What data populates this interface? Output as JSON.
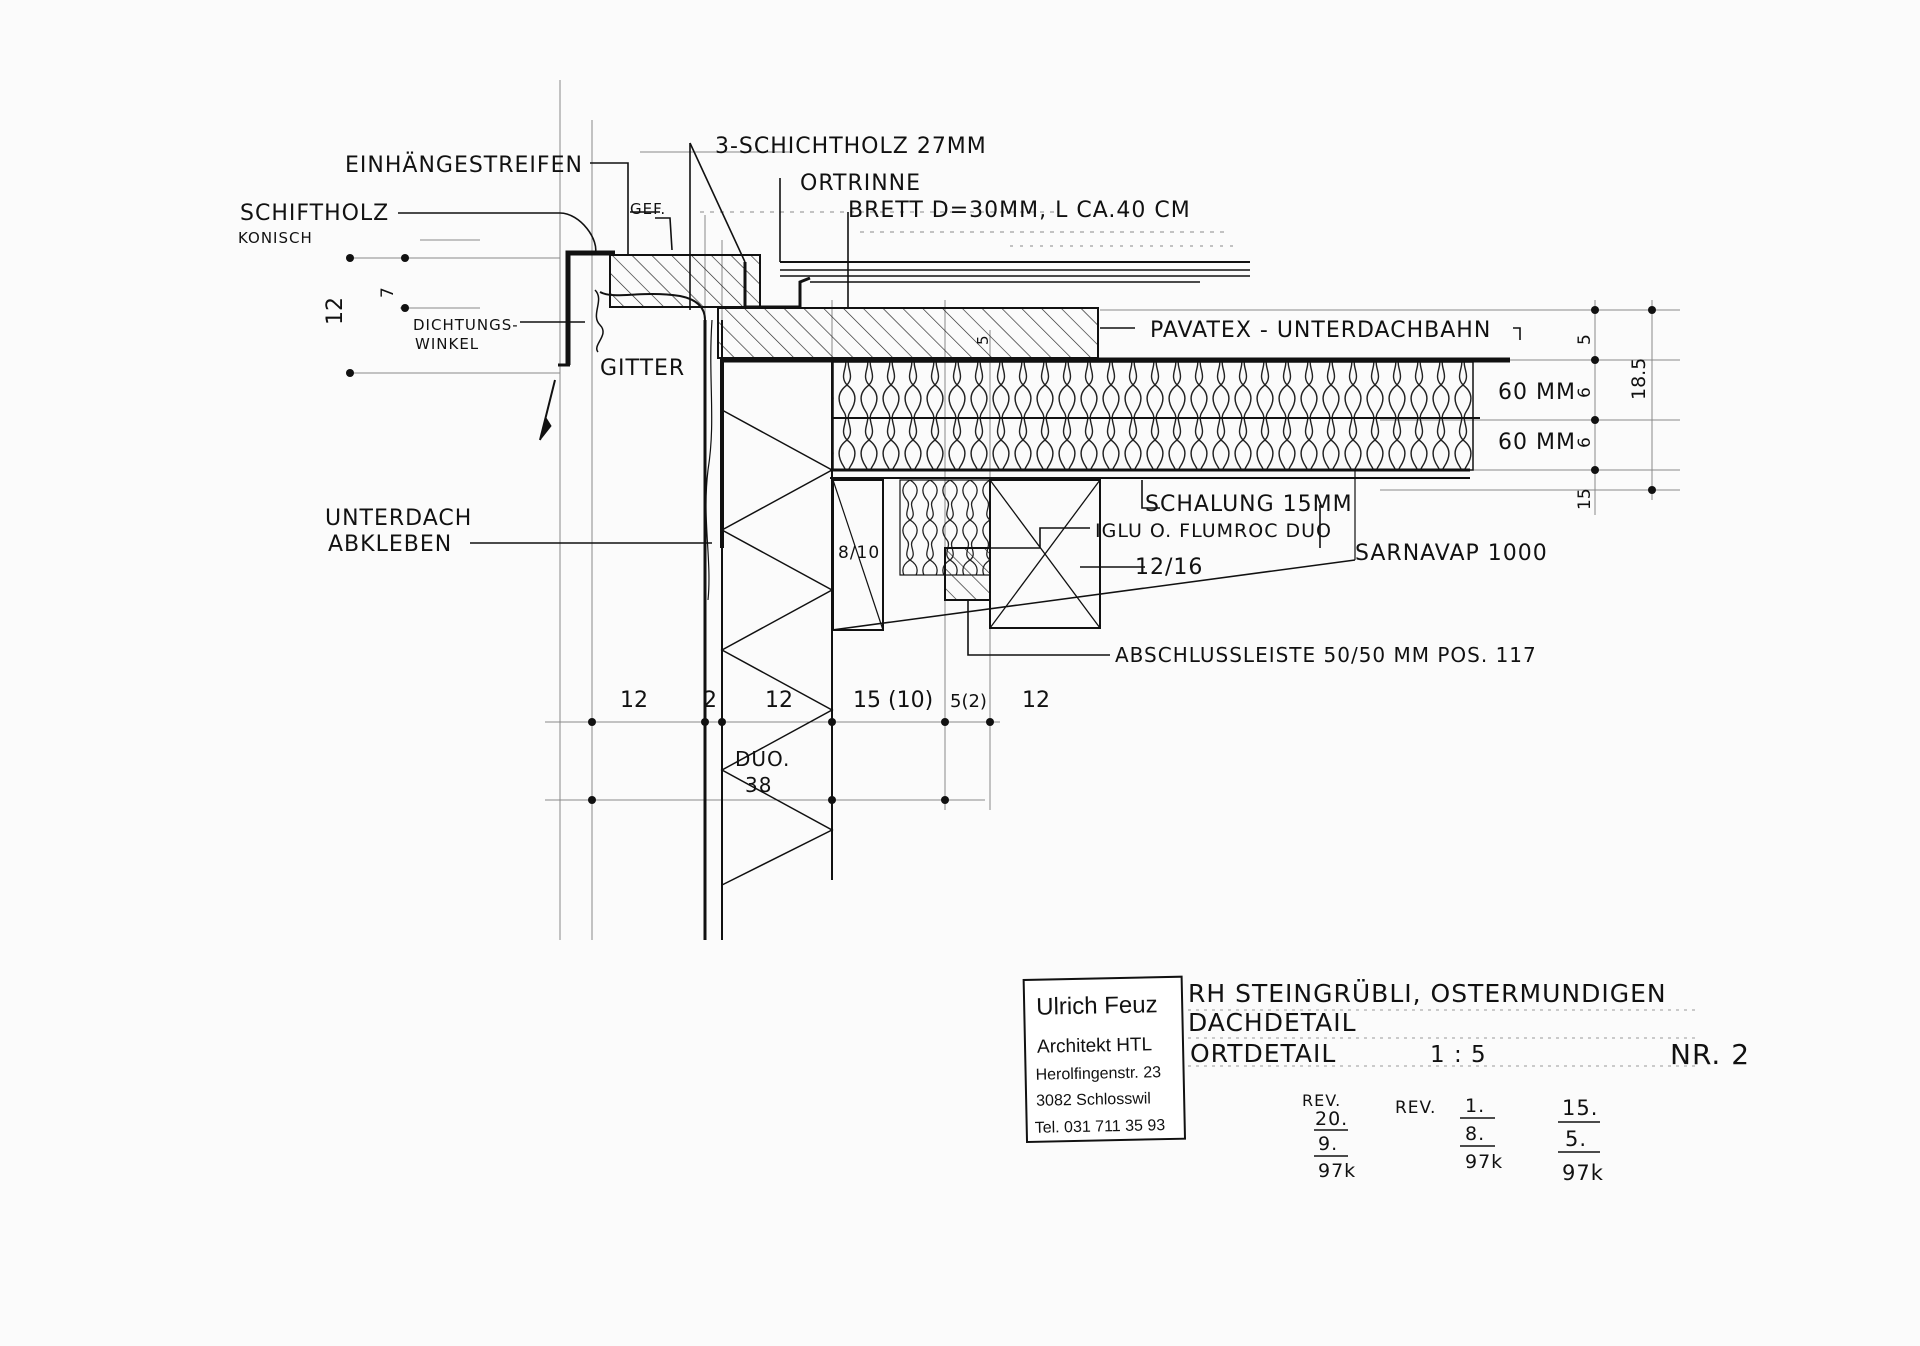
{
  "labels": {
    "einhaengestreifen": "EINHÄNGESTREIFEN",
    "dreischichtholz": "3-SCHICHTHOLZ 27MM",
    "ortrinne": "ORTRINNE",
    "brett": "BRETT D=30MM, L CA.40 CM",
    "schiftholz": "SCHIFTHOLZ",
    "konisch": "KONISCH",
    "gef": "GEF.",
    "dichtungswinkel_1": "DICHTUNGS-",
    "dichtungswinkel_2": "WINKEL",
    "gitter": "GITTER",
    "pavatex": "PAVATEX - UNTERDACHBAHN",
    "insul_top": "60 MM",
    "insul_bottom": "60 MM",
    "unterdach_1": "UNTERDACH",
    "unterdach_2": "ABKLEBEN",
    "schalung": "SCHALUNG 15MM",
    "iglu": "IGLU O. FLUMROC DUO",
    "sarnavap": "SARNAVAP 1000",
    "post": "8/10",
    "rafter": "12/16",
    "abschluss": "ABSCHLUSSLEISTE 50/50 MM   POS. 117",
    "duo_1": "DUO.",
    "duo_2": "38"
  },
  "dimensions": {
    "bottom": [
      "12",
      "2",
      "12",
      "15 (10)",
      "5(2)",
      "12"
    ],
    "left_12": "12",
    "left_small": "7",
    "right_5": "5",
    "right_6a": "6",
    "right_6b": "6",
    "right_15": "15",
    "right_185": "18.5",
    "inner_5": "5"
  },
  "stamp": {
    "name": "Ulrich Feuz",
    "title": "Architekt HTL",
    "street": "Herolfingenstr. 23",
    "city": "3082 Schlosswil",
    "phone": "Tel. 031 711 35 93"
  },
  "title_block": {
    "project": "RH STEINGRÜBLI, OSTERMUNDIGEN",
    "drawing": "DACHDETAIL",
    "detail": "ORTDETAIL",
    "scale": "1 : 5",
    "number": "NR. 2"
  },
  "revisions": {
    "rev_label": "REV.",
    "rev1": [
      "20.",
      "9.",
      "97k"
    ],
    "rev2_label": "REV.",
    "rev2": [
      "1.",
      "8.",
      "97k"
    ],
    "rev3": [
      "15.",
      "5.",
      "97k"
    ]
  }
}
